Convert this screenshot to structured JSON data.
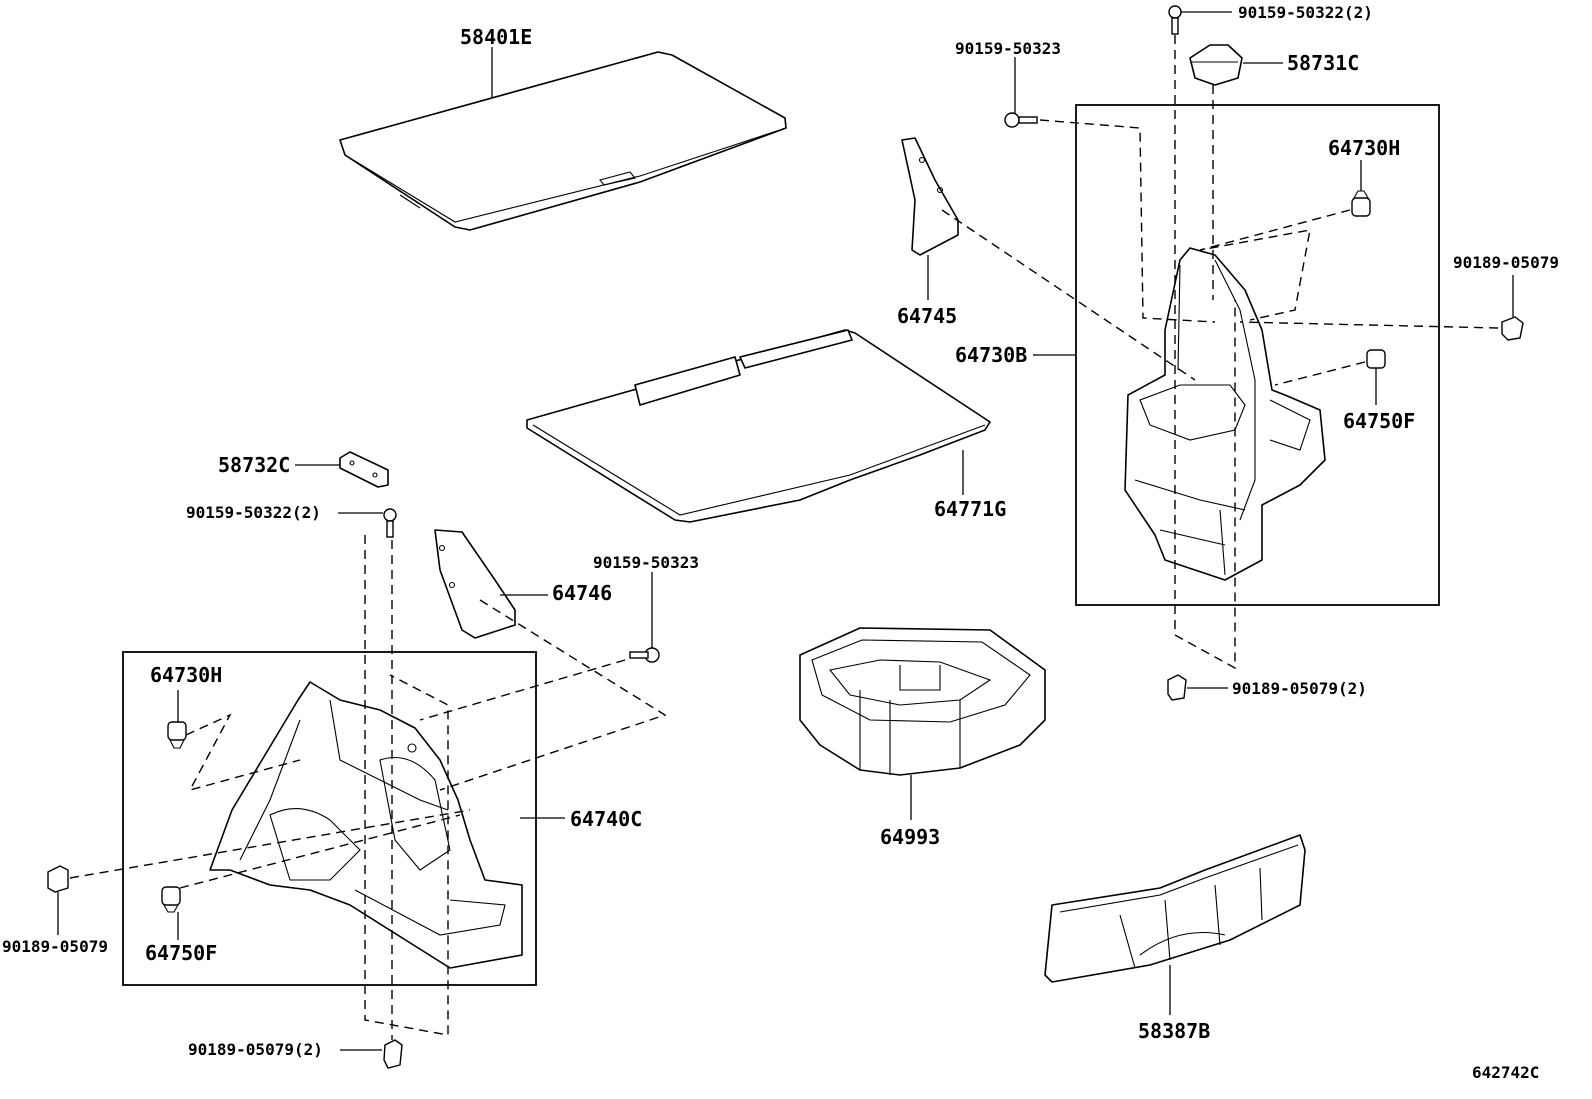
{
  "labels": {
    "p58401E": "58401E",
    "p90159_50322_2_top": "90159-50322(2)",
    "p90159_50323_top": "90159-50323",
    "p58731C": "58731C",
    "p64730H_right": "64730H",
    "p90189_05079_right": "90189-05079",
    "p64745": "64745",
    "p64730B": "64730B",
    "p64750F_right": "64750F",
    "p58732C": "58732C",
    "p90159_50322_2_left": "90159-50322(2)",
    "p64771G": "64771G",
    "p64746": "64746",
    "p90159_50323_mid": "90159-50323",
    "p64730H_left": "64730H",
    "p90189_05079_2_right": "90189-05079(2)",
    "p64740C": "64740C",
    "p64993": "64993",
    "p90189_05079_left": "90189-05079",
    "p64750F_left": "64750F",
    "p58387B": "58387B",
    "p90189_05079_2_bottom": "90189-05079(2)",
    "figure_code": "642742C"
  }
}
